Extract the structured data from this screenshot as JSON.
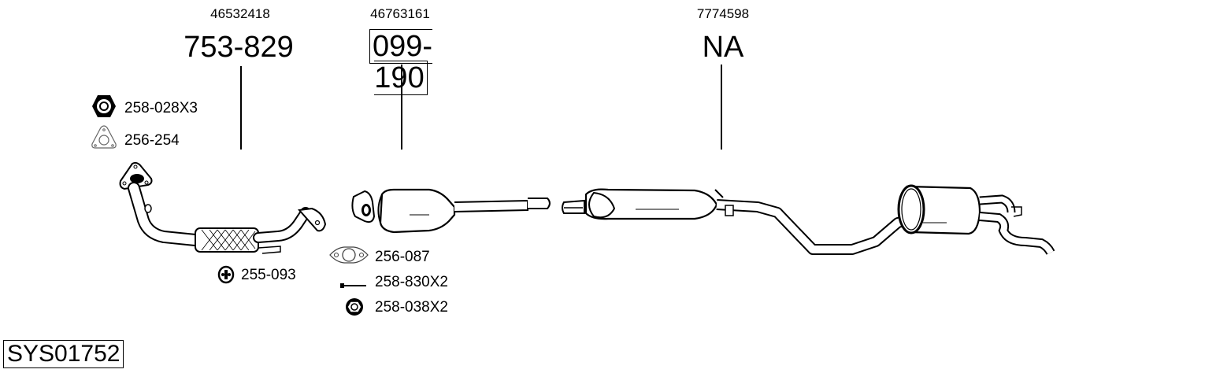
{
  "diagram": {
    "system_id": "SYS01752",
    "parts": [
      {
        "oe_number": "46532418",
        "part_number": "753-829",
        "boxed": false,
        "name": "Front pipe with flex"
      },
      {
        "oe_number": "46763161",
        "part_number": "099-190",
        "boxed": true,
        "name": "Catalytic converter"
      },
      {
        "oe_number": "7774598",
        "part_number": "NA",
        "boxed": false,
        "name": "Middle and rear silencer"
      }
    ],
    "accessories": [
      {
        "code": "258-028X3",
        "icon": "hex-nut-icon"
      },
      {
        "code": "256-254",
        "icon": "triangular-gasket-icon"
      },
      {
        "code": "255-093",
        "icon": "rubber-hanger-icon"
      },
      {
        "code": "256-087",
        "icon": "oval-flange-gasket-icon"
      },
      {
        "code": "258-830X2",
        "icon": "bolt-icon"
      },
      {
        "code": "258-038X2",
        "icon": "flange-nut-icon"
      }
    ],
    "colors": {
      "line": "#000000",
      "background": "#ffffff"
    }
  }
}
